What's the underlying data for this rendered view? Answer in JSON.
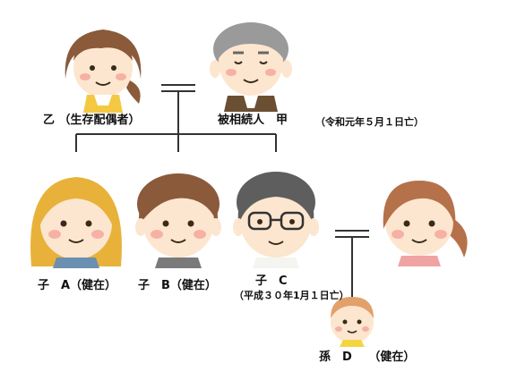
{
  "people": {
    "spouse": {
      "name": "乙",
      "status": "（生存配偶者）"
    },
    "decedent": {
      "name": "被相続人　甲",
      "status": "（令和元年５月１日亡）"
    },
    "child_a": {
      "label": "子　A（健在）"
    },
    "child_b": {
      "label": "子　B（健在）"
    },
    "child_c": {
      "name": "子　C",
      "status": "（平成３０年1月１日亡）"
    },
    "grandchild_d": {
      "name": "孫　D",
      "status": "（健在）"
    }
  },
  "icons": {
    "spouse": "woman-brown-hair-icon",
    "decedent": "elderly-man-icon",
    "child_a": "girl-blonde-hair-icon",
    "child_b": "boy-brown-hair-icon",
    "child_c": "man-glasses-icon",
    "c_spouse": "woman-ponytail-icon",
    "grandchild_d": "baby-icon"
  }
}
